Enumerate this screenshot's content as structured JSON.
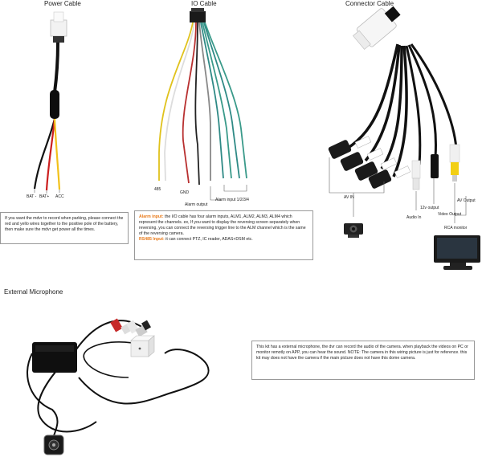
{
  "power": {
    "title": "Power Cable",
    "bat_minus": "BAT -",
    "bat_plus": "BAT+",
    "acc": "ACC",
    "note": "If you want the mdvr to record when parking, please connect the red and yello wires together to the positive pole of the battery, then make sure the mdvr get power all the times."
  },
  "io": {
    "title": "IO Cable",
    "lbl_485": "485",
    "lbl_gnd": "GND",
    "lbl_alarm_output": "Alarm output",
    "lbl_alarm_input": "Alarm input 1/2/3/4",
    "alarm_heading": "Alarm input:",
    "alarm_text": " the I/O cable has four alarm inputs, ALM1, ALM2, ALM3, ALM4 which represent the channels. ex, If you want to display the reversing screen separately when reversing, you can connect the reversing trigger line to the ALM channel which is the same of the reversing camera.",
    "rs485_heading": "RS485 Input:",
    "rs485_text": " it can connect PTZ, IC reader, ADAS+DSM etc."
  },
  "connector": {
    "title": "Connector Cable",
    "av_in": "AV IN",
    "audio_in": "Audio In",
    "v12_output": "12v output",
    "video_output": "Video Output",
    "av_output": "AV Output",
    "rca_monitor": "RCA monitor"
  },
  "mic": {
    "title": "External Microphone",
    "note": "This kit has a external microphone, the dvr can record the audio of the camera. when playback the videos on PC or monitor remotly on APP, you can hear the sound. NOTE: The camera in this wiring picture is just for reference. this kit may does not have the camera if the main picture does not have this dome camera."
  }
}
